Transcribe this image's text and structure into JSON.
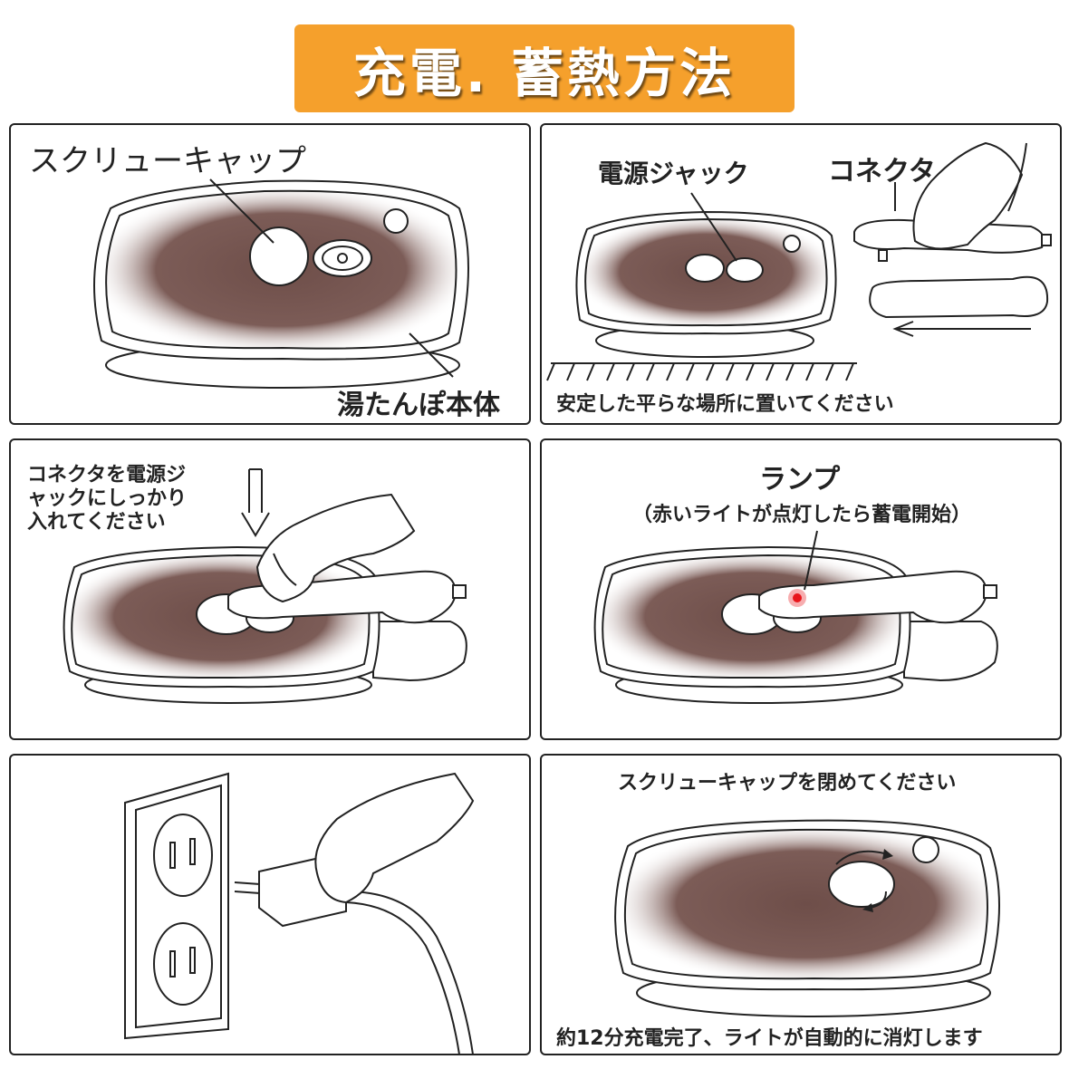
{
  "title": "充電.  蓄熱方法",
  "panel1": {
    "label_cap": "スクリューキャップ",
    "label_body": "湯たんぽ本体"
  },
  "panel2": {
    "label_jack": "電源ジャック",
    "label_connector": "コネクタ",
    "caption": "安定した平らな場所に置いてください"
  },
  "panel3": {
    "instruction_line1": "コネクタを電源ジ",
    "instruction_line2": "ャックにしっかり",
    "instruction_line3": "入れてください"
  },
  "panel4": {
    "label_lamp": "ランプ",
    "note": "（赤いライトが点灯したら蓄電開始）"
  },
  "panel6": {
    "instruction": "スクリューキャップを閉めてください",
    "caption": "約12分充電完了、ライトが自動的に消灯します"
  },
  "colors": {
    "banner": "#f5a02c",
    "bottle_fill": "#6e4e49",
    "lamp_red": "#e8151b"
  },
  "icons": [
    "outlet-icon",
    "plug-icon",
    "hand-icon",
    "arrow-down-icon",
    "rotate-arrow-icon"
  ]
}
